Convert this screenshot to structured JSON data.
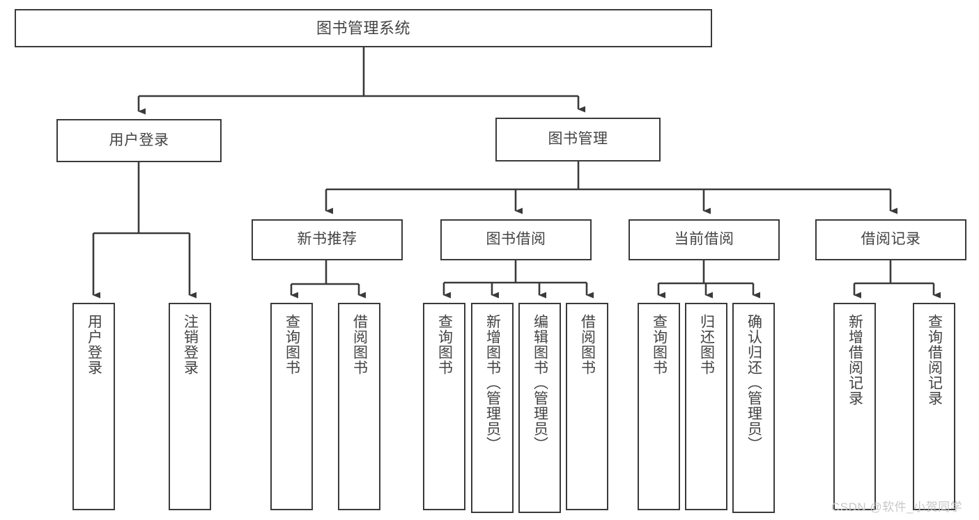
{
  "diagram": {
    "title": "图书管理系统",
    "type": "hierarchy-tree",
    "levels": 4,
    "nodes": {
      "root": {
        "label": "图书管理系统"
      },
      "level2": [
        {
          "label": "用户登录"
        },
        {
          "label": "图书管理"
        }
      ],
      "level3": [
        {
          "label": "新书推荐"
        },
        {
          "label": "图书借阅"
        },
        {
          "label": "当前借阅"
        },
        {
          "label": "借阅记录"
        }
      ],
      "leaves_user_login": [
        {
          "label": "用户登录"
        },
        {
          "label": "注销登录"
        }
      ],
      "leaves_new_book": [
        {
          "label": "查询图书"
        },
        {
          "label": "借阅图书"
        }
      ],
      "leaves_borrow": [
        {
          "label": "查询图书"
        },
        {
          "label": "新增图书（管理员）"
        },
        {
          "label": "编辑图书（管理员）"
        },
        {
          "label": "借阅图书"
        }
      ],
      "leaves_current": [
        {
          "label": "查询图书"
        },
        {
          "label": "归还图书"
        },
        {
          "label": "确认归还（管理员）"
        }
      ],
      "leaves_records": [
        {
          "label": "新增借阅记录"
        },
        {
          "label": "查询借阅记录"
        }
      ]
    },
    "colors": {
      "border": "#3a3a3a",
      "text": "#434343",
      "background": "#ffffff",
      "connector": "#3a3a3a",
      "watermark": "#c8c8c8"
    }
  },
  "watermark": {
    "text": "CSDN @软件_小贺同学"
  }
}
